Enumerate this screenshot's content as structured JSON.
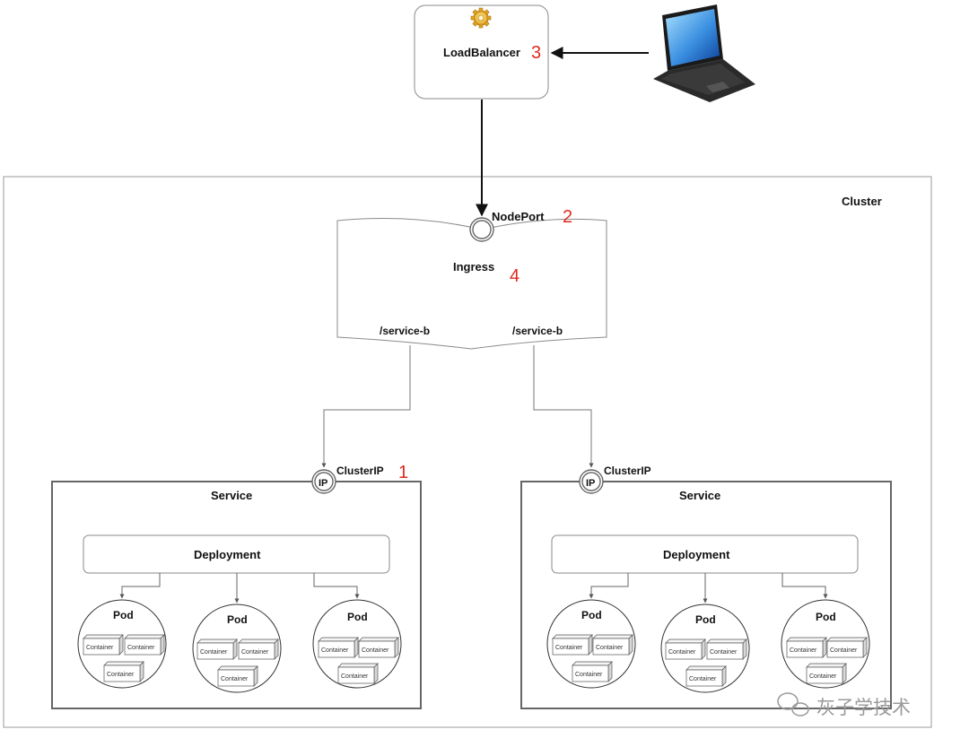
{
  "load_balancer": {
    "label": "LoadBalancer",
    "number": "3"
  },
  "cluster": {
    "label": "Cluster"
  },
  "node_port": {
    "label": "NodePort",
    "number": "2"
  },
  "ingress": {
    "label": "Ingress",
    "number": "4",
    "route_left": "/service-b",
    "route_right": "/service-b"
  },
  "services": [
    {
      "port_label": "ClusterIP",
      "port_icon_text": "IP",
      "number": "1",
      "label": "Service",
      "deployment": "Deployment",
      "pods": [
        {
          "label": "Pod",
          "containers": [
            "Container",
            "Container",
            "Container"
          ]
        },
        {
          "label": "Pod",
          "containers": [
            "Container",
            "Container",
            "Container"
          ]
        },
        {
          "label": "Pod",
          "containers": [
            "Container",
            "Container",
            "Container"
          ]
        }
      ]
    },
    {
      "port_label": "ClusterIP",
      "port_icon_text": "IP",
      "number": "",
      "label": "Service",
      "deployment": "Deployment",
      "pods": [
        {
          "label": "Pod",
          "containers": [
            "Container",
            "Container",
            "Container"
          ]
        },
        {
          "label": "Pod",
          "containers": [
            "Container",
            "Container",
            "Container"
          ]
        },
        {
          "label": "Pod",
          "containers": [
            "Container",
            "Container",
            "Container"
          ]
        }
      ]
    }
  ],
  "watermark": "灰子学技术",
  "icons": {
    "load_balancer": "gear-icon",
    "client": "laptop-icon",
    "watermark": "wechat-icon"
  }
}
